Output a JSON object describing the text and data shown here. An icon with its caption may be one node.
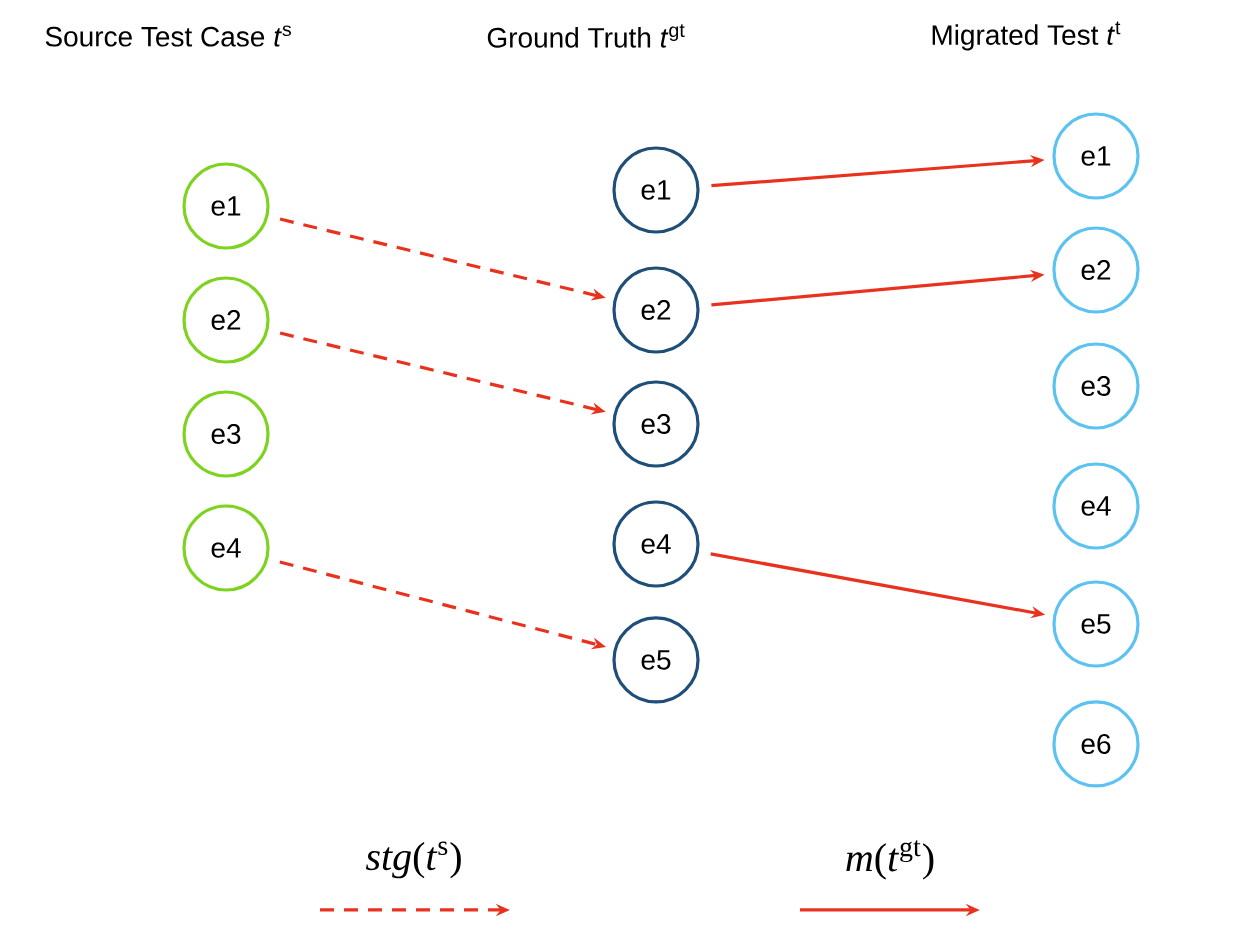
{
  "diagram": {
    "nodes": [
      {
        "text": [
          "e1"
        ]
      },
      {
        "text": [
          "e2"
        ]
      },
      {
        "text": [
          "e3"
        ]
      },
      {
        "text": [
          "e4"
        ]
      },
      {
        "text": [
          "e1"
        ]
      },
      {
        "text": [
          "e2"
        ]
      },
      {
        "text": [
          "e3"
        ]
      },
      {
        "text": [
          "e4"
        ]
      },
      {
        "text": [
          "e5"
        ]
      },
      {
        "text": [
          "e1"
        ]
      },
      {
        "text": [
          "e2"
        ]
      },
      {
        "text": [
          "e3"
        ]
      },
      {
        "text": [
          "e4"
        ]
      },
      {
        "text": [
          "e5"
        ]
      },
      {
        "text": [
          "e6"
        ]
      }
    ],
    "edges": [
      {
        "from": 0,
        "to": 5,
        "arrow": "to",
        "style": "dashed"
      },
      {
        "from": 1,
        "to": 6,
        "arrow": "to",
        "style": "dashed"
      },
      {
        "from": 3,
        "to": 8,
        "arrow": "to",
        "style": "dashed"
      },
      {
        "from": 4,
        "to": 9,
        "arrow": "to"
      },
      {
        "from": 5,
        "to": 10,
        "arrow": "to"
      },
      {
        "from": 7,
        "to": 13,
        "arrow": "to"
      }
    ],
    "labels": [
      "Source Test Case *t*$^{s}$",
      "Ground Truth *t*$^{gt}$",
      "Migrated Test *t*$^{t}$"
    ],
    "legend": [
      {
        "text": "*stg*(*t*$^{s}$)"
      },
      {
        "text": "*m*(*t*$^{gt}$)"
      }
    ]
  }
}
